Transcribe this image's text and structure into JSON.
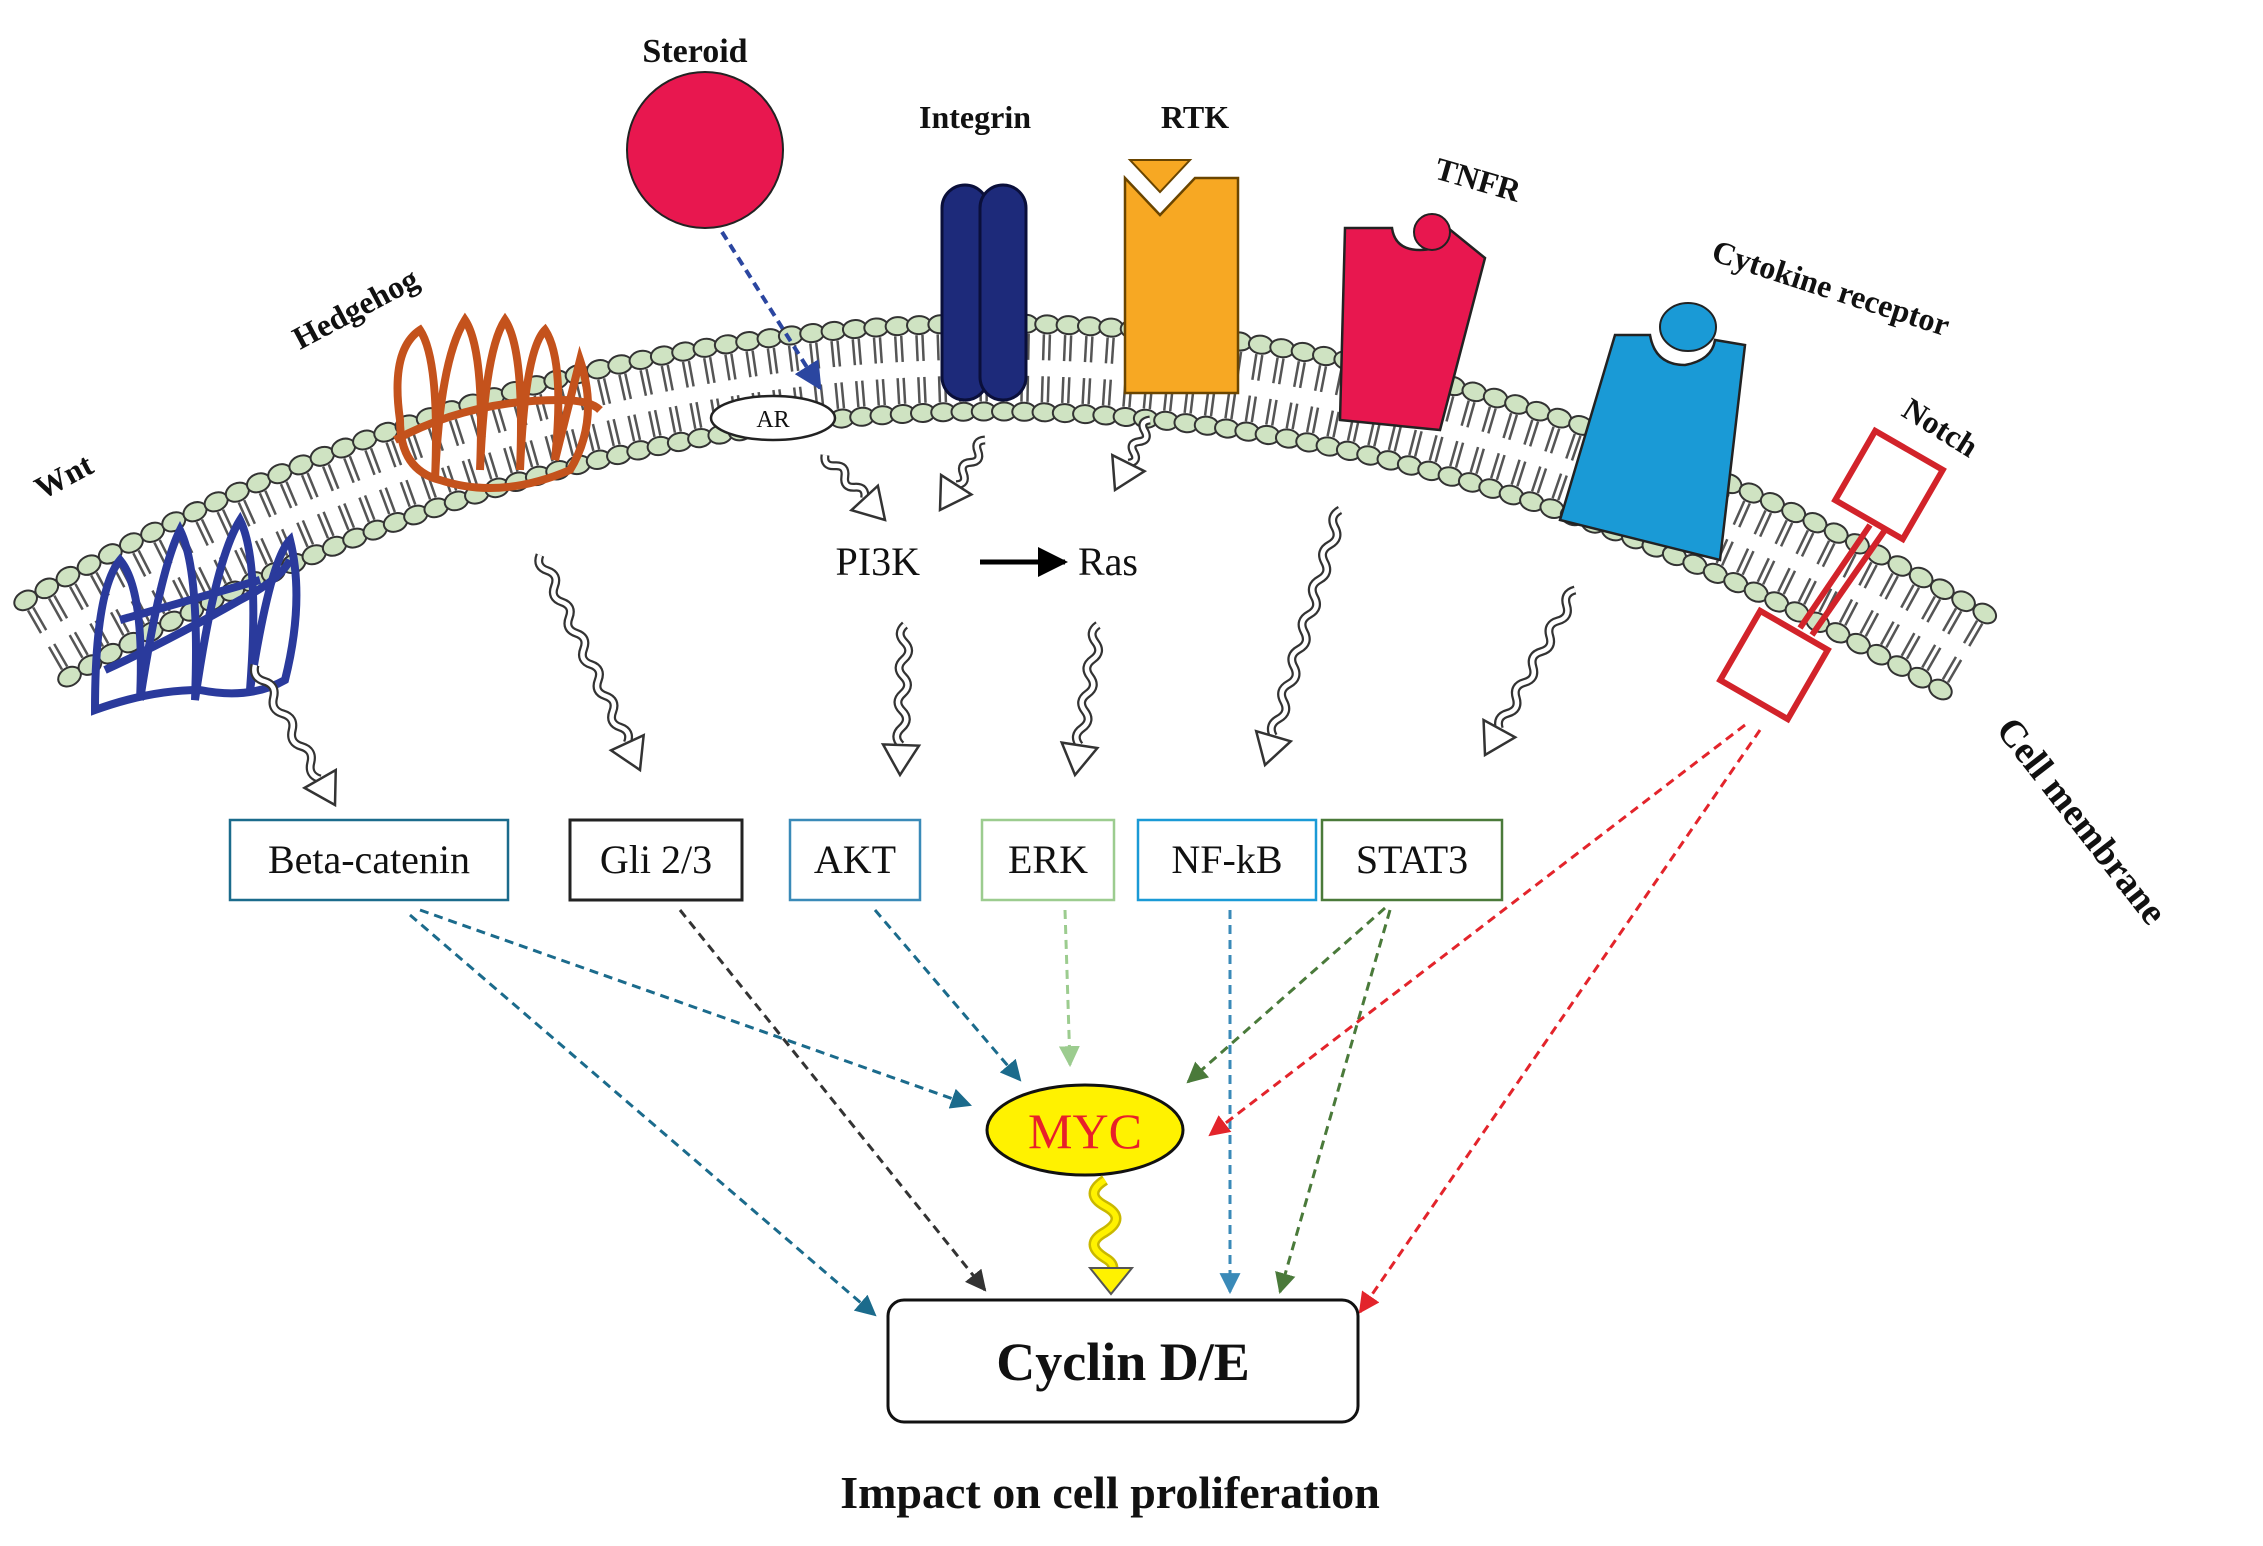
{
  "receptors": {
    "steroid": "Steroid",
    "integrin": "Integrin",
    "rtk": "RTK",
    "tnfr": "TNFR",
    "cytokine_receptor": "Cytokine receptor",
    "hedgehog": "Hedgehog",
    "wnt": "Wnt",
    "notch": "Notch",
    "ar": "AR"
  },
  "membrane_label": "Cell membrane",
  "pi3k": "PI3K",
  "ras": "Ras",
  "effectors": {
    "beta_catenin": "Beta-catenin",
    "gli": "Gli 2/3",
    "akt": "AKT",
    "erk": "ERK",
    "nfkb": "NF-kB",
    "stat3": "STAT3"
  },
  "myc": "MYC",
  "cyclin": "Cyclin D/E",
  "footer": "Impact on cell proliferation",
  "colors": {
    "steroid": "#e8174f",
    "integrin": "#1d2a7a",
    "rtk": "#f7a823",
    "tnfr": "#e8174f",
    "cytokine": "#1a9ad6",
    "hedgehog": "#c4521c",
    "wnt": "#2a3a9c",
    "notch": "#d2232a",
    "myc_fill": "#fff200",
    "myc_text": "#e8202a",
    "lipid": "#cfe3c2"
  }
}
